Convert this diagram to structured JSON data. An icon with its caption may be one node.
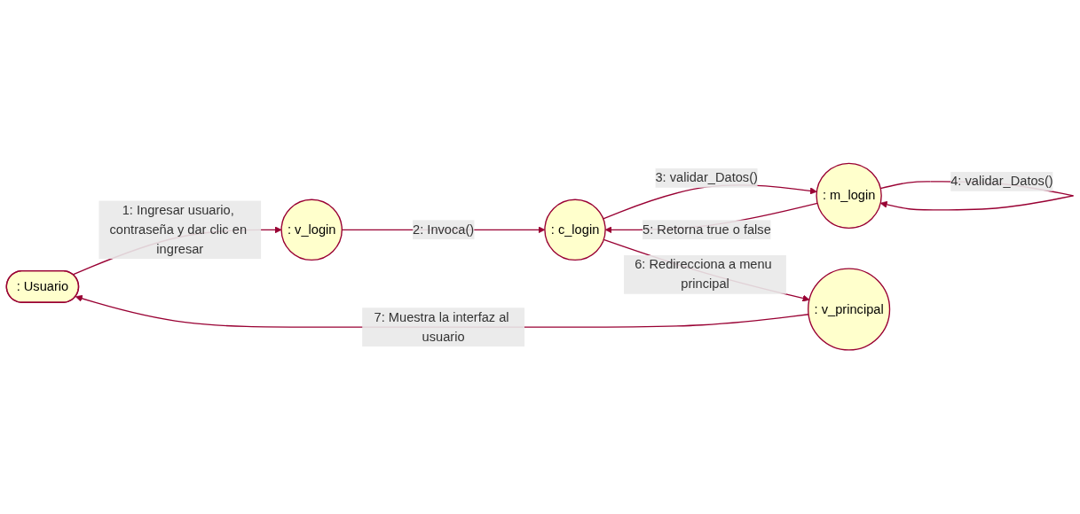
{
  "diagram": {
    "nodes": [
      {
        "text": [
          ": Usuario"
        ]
      },
      {
        "text": [
          ": v_login"
        ]
      },
      {
        "text": [
          ": c_login"
        ]
      },
      {
        "text": [
          ": m_login"
        ]
      },
      {
        "text": [
          ": v_principal"
        ]
      }
    ],
    "edges": [
      {
        "from": 0,
        "to": 1,
        "arrow": "to",
        "label": "1: Ingresar usuario, contraseña y dar clic en ingresar"
      },
      {
        "from": 1,
        "to": 2,
        "arrow": "to",
        "label": "2: Invoca()"
      },
      {
        "from": 2,
        "to": 3,
        "arrow": "to",
        "label": "3: validar_Datos()"
      },
      {
        "from": 3,
        "to": 3,
        "arrow": "to",
        "label": "4: validar_Datos()"
      },
      {
        "from": 3,
        "to": 2,
        "arrow": "to",
        "label": "5: Retorna true o false"
      },
      {
        "from": 2,
        "to": 4,
        "arrow": "to",
        "label": "6: Redirecciona a menu principal"
      },
      {
        "from": 4,
        "to": 0,
        "arrow": "to",
        "label": "7: Muestra la interfaz al usuario"
      }
    ]
  }
}
